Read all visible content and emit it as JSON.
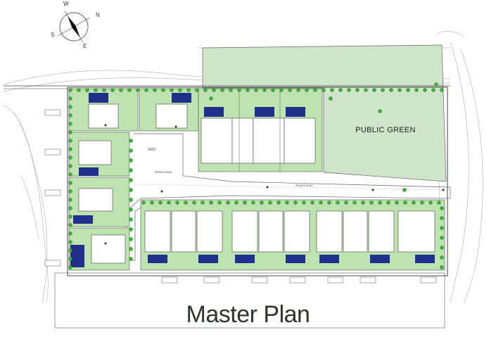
{
  "title": "Master Plan",
  "public_green_label": "PUBLIC GREEN",
  "compass": {
    "n": "N",
    "e": "E",
    "s": "S",
    "w": "W"
  },
  "road_labels": [
    "PRIVATE ROAD",
    "PRIVATE ROAD",
    "PRIVATE ROAD"
  ],
  "dimension_label": "1422",
  "colors": {
    "public_green": "#cfe5c9",
    "garden_green": "#bfe3b0",
    "pool_blue": "#1f2f8a",
    "tree_green": "#3fae3a",
    "line": "#555555",
    "title_text": "#2f342f"
  },
  "icons": {
    "compass": "compass-rose-icon",
    "tree": "tree-icon",
    "pool": "pool-rect-icon"
  }
}
